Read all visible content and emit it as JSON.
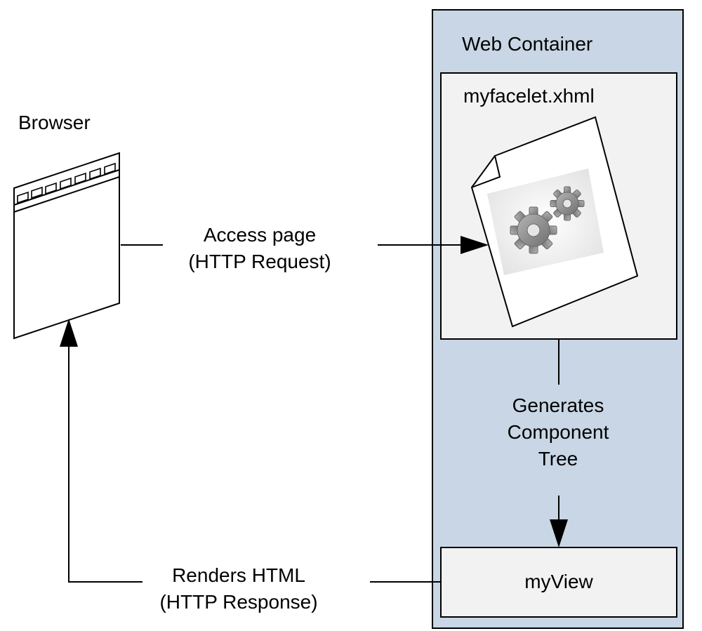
{
  "browser": {
    "label": "Browser"
  },
  "request": {
    "line1": "Access page",
    "line2": "(HTTP Request)"
  },
  "response": {
    "line1": "Renders HTML",
    "line2": "(HTTP Response)"
  },
  "container": {
    "label": "Web Container",
    "facelet": {
      "label": "myfacelet.xhml"
    },
    "generates": {
      "line1": "Generates",
      "line2": "Component",
      "line3": "Tree"
    },
    "view": {
      "label": "myView"
    }
  },
  "colors": {
    "container_fill": "#c8d6e5",
    "panel_fill": "#f2f2f2",
    "stroke": "#000000",
    "gear": "#8c8c8c"
  }
}
